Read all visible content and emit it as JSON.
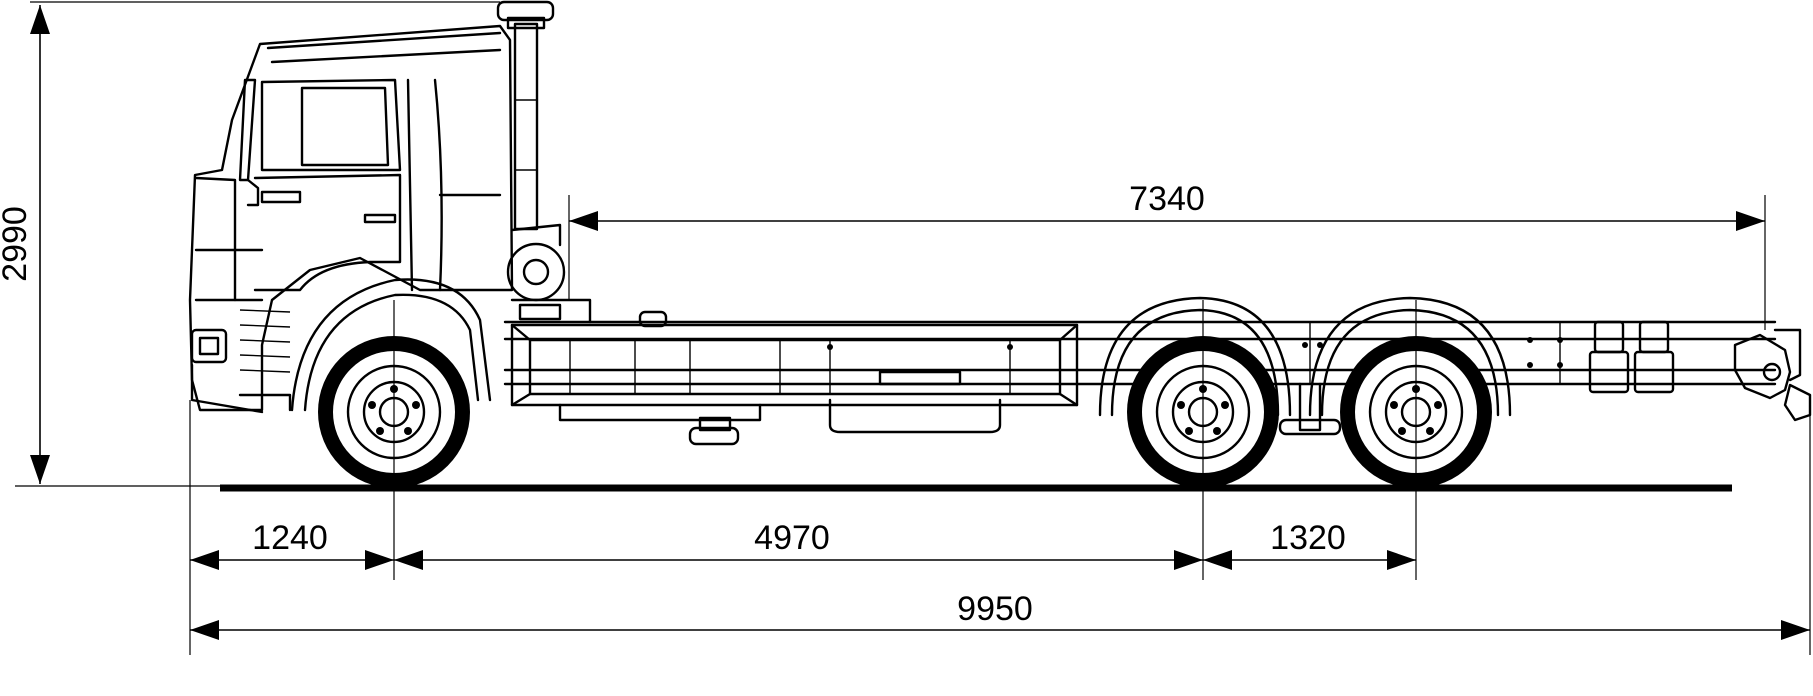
{
  "dimensions": {
    "overall_height": "2990",
    "frame_length": "7340",
    "front_overhang": "1240",
    "wheelbase": "4970",
    "rear_axle_spacing": "1320",
    "overall_length": "9950"
  }
}
